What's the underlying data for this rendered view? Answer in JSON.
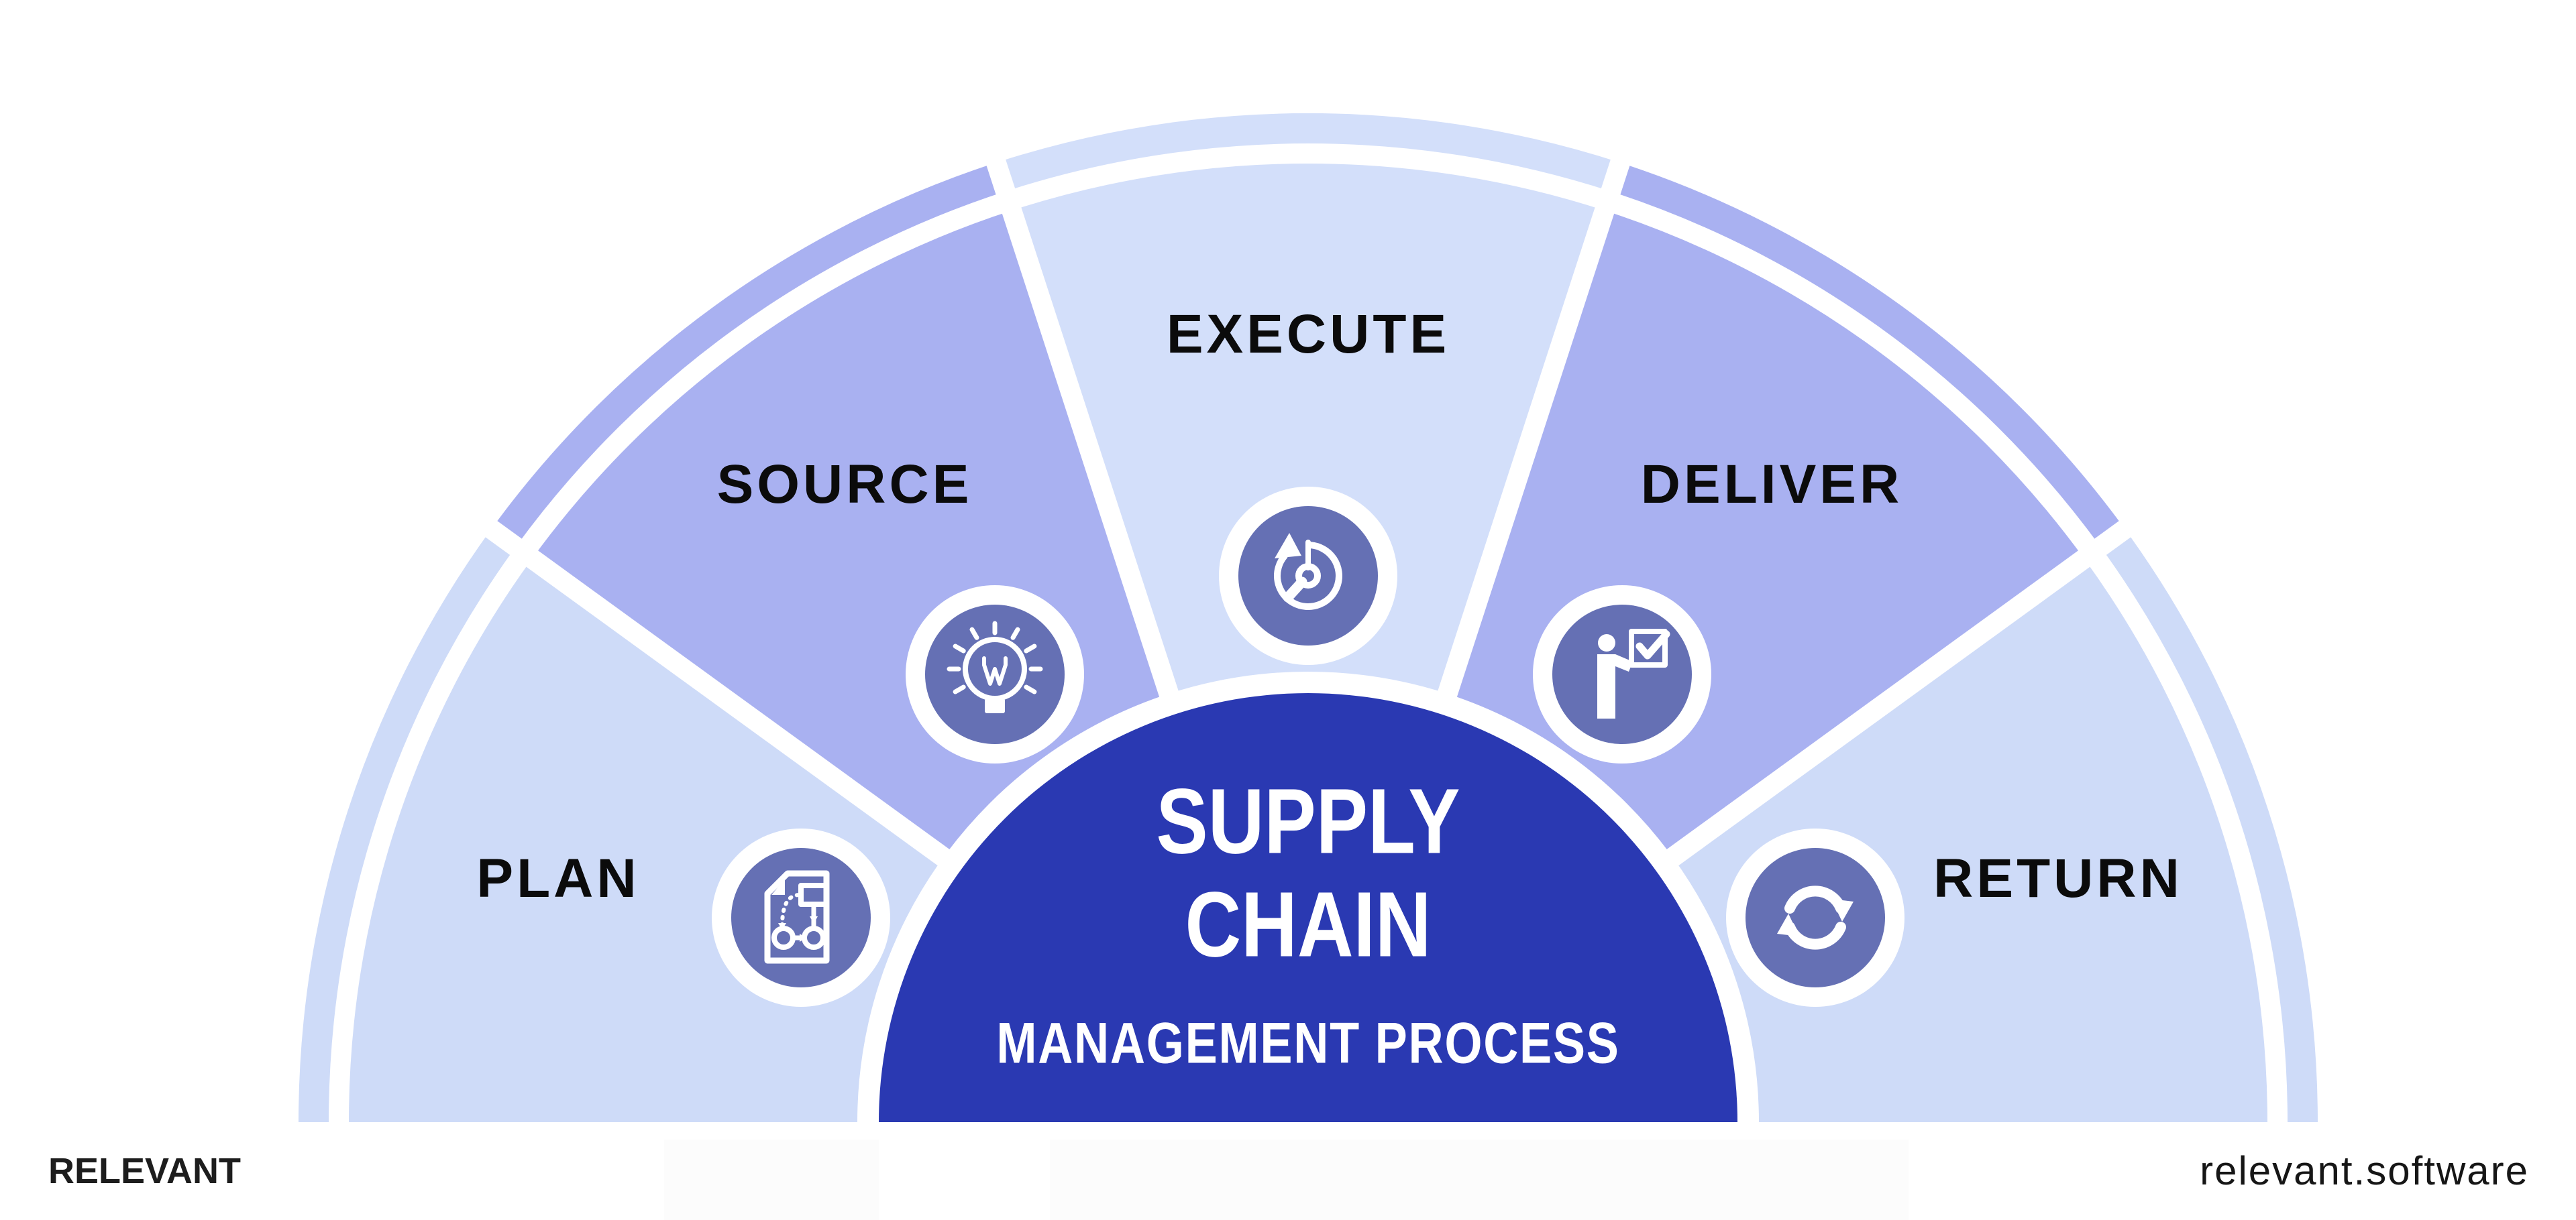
{
  "diagram": {
    "center": {
      "line1": "SUPPLY",
      "line2": "CHAIN",
      "line3": "MANAGEMENT PROCESS"
    },
    "segments": [
      {
        "label": "PLAN",
        "icon": "flowchart-document-icon"
      },
      {
        "label": "SOURCE",
        "icon": "idea-lightbulb-icon"
      },
      {
        "label": "EXECUTE",
        "icon": "time-process-icon"
      },
      {
        "label": "DELIVER",
        "icon": "person-checklist-icon"
      },
      {
        "label": "RETURN",
        "icon": "cycle-arrows-icon"
      }
    ]
  },
  "footer": {
    "brand": "RELEVANT",
    "website": "relevant.software"
  },
  "palette": {
    "background": "#FFFFFF",
    "wedge-light": "#CEDBF8",
    "wedge-light-2": "#D3DFFA",
    "wedge-periwinkle": "#A9B1F1",
    "icon-circle": "#6570B4",
    "center-blue": "#2A39B2",
    "label-text": "#0B0B0B",
    "center-text": "#FFFFFF",
    "footer-left-text": "#1D1D1D",
    "footer-right-text": "#161616"
  }
}
